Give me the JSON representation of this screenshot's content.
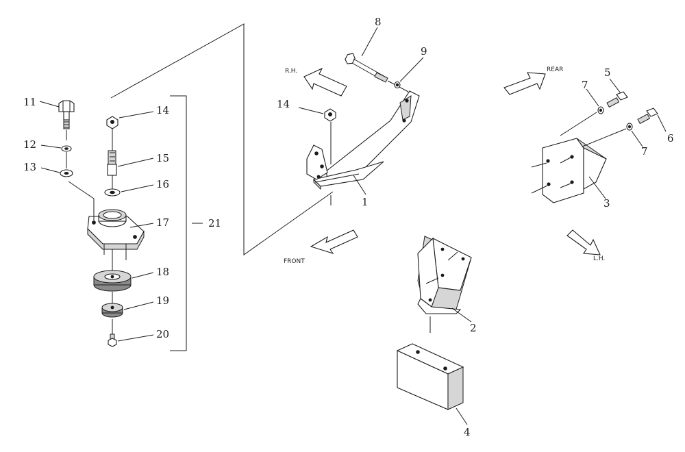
{
  "labels": {
    "p1": "1",
    "p2": "2",
    "p3": "3",
    "p4": "4",
    "p5": "5",
    "p6": "6",
    "p7a": "7",
    "p7b": "7",
    "p8": "8",
    "p9": "9",
    "p11": "11",
    "p12": "12",
    "p13": "13",
    "p14a": "14",
    "p14b": "14",
    "p15": "15",
    "p16": "16",
    "p17": "17",
    "p18": "18",
    "p19": "19",
    "p20": "20",
    "p21": "21"
  },
  "directions": {
    "rh": "R.H.",
    "rear": "REAR",
    "front": "FRONT",
    "lh": "L.H."
  },
  "colors": {
    "line": "#1a1a1a",
    "background": "#ffffff",
    "shade": "#d6d6d6"
  }
}
